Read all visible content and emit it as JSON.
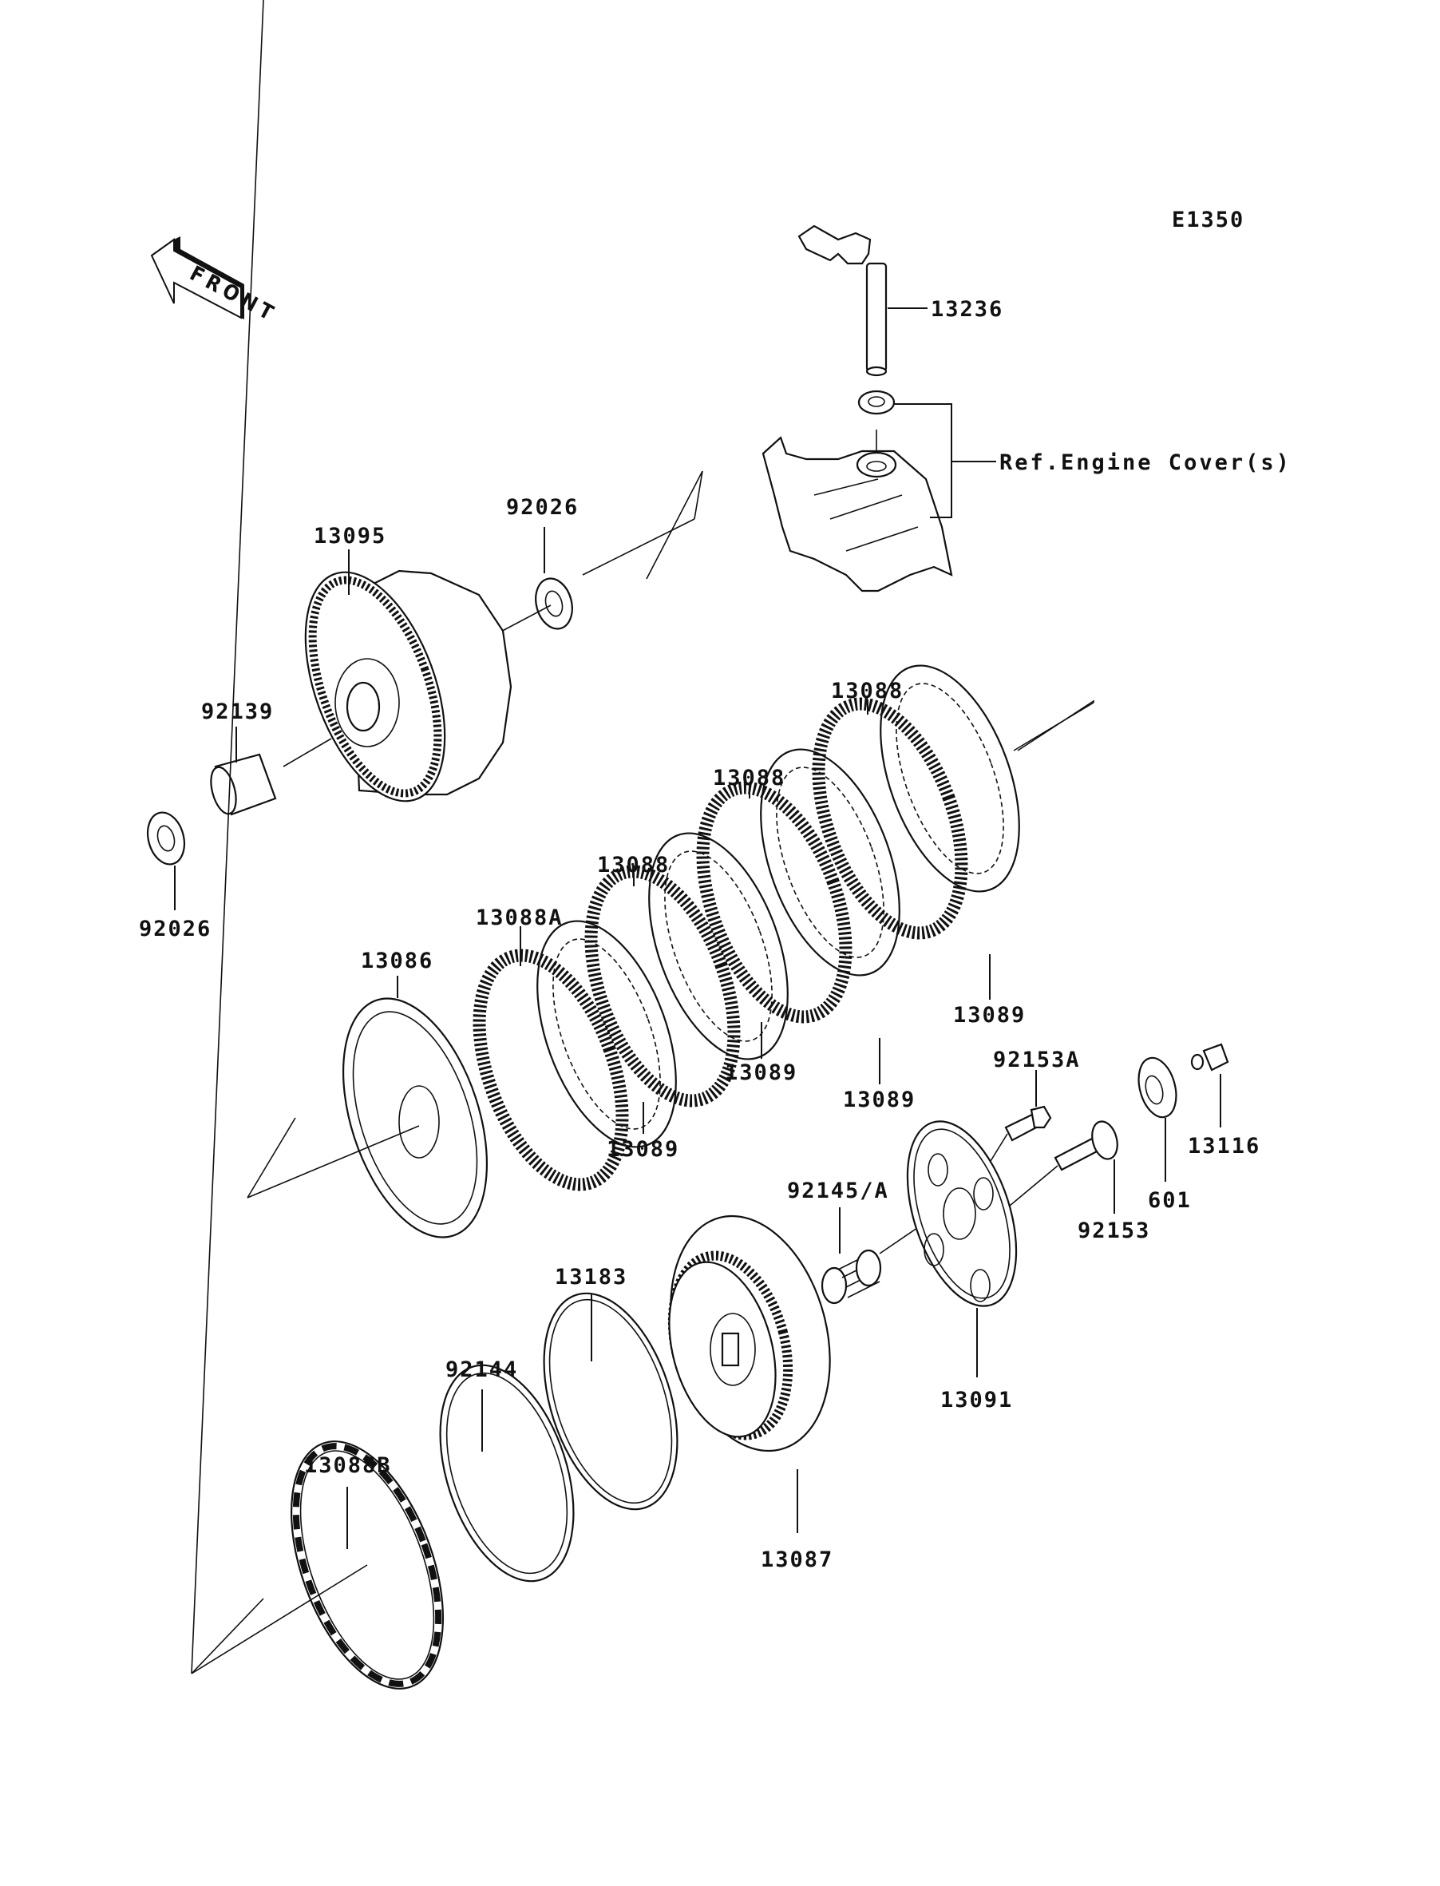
{
  "diagram": {
    "code": "E1350",
    "front_indicator": "FRONT",
    "reference_note": "Ref.Engine Cover(s)",
    "parts": [
      {
        "id": "p13236",
        "number": "13236",
        "name": "clutch release shaft"
      },
      {
        "id": "p13095",
        "number": "13095",
        "name": "clutch housing"
      },
      {
        "id": "p92026a",
        "number": "92026",
        "name": "washer (outer)"
      },
      {
        "id": "p92139",
        "number": "92139",
        "name": "collar"
      },
      {
        "id": "p92026b",
        "number": "92026",
        "name": "washer (inner)"
      },
      {
        "id": "p13088a",
        "number": "13088A",
        "name": "friction plate"
      },
      {
        "id": "p13088_1",
        "number": "13088",
        "name": "friction plate"
      },
      {
        "id": "p13088_2",
        "number": "13088",
        "name": "friction plate"
      },
      {
        "id": "p13088_3",
        "number": "13088",
        "name": "friction plate"
      },
      {
        "id": "p13089_1",
        "number": "13089",
        "name": "steel plate"
      },
      {
        "id": "p13089_2",
        "number": "13089",
        "name": "steel plate"
      },
      {
        "id": "p13089_3",
        "number": "13089",
        "name": "steel plate"
      },
      {
        "id": "p13089_4",
        "number": "13089",
        "name": "steel plate"
      },
      {
        "id": "p13086",
        "number": "13086",
        "name": "pressure plate"
      },
      {
        "id": "p92153a",
        "number": "92153A",
        "name": "bolt"
      },
      {
        "id": "p92153",
        "number": "92153",
        "name": "bolt"
      },
      {
        "id": "p601",
        "number": "601",
        "name": "ball bearing"
      },
      {
        "id": "p13116",
        "number": "13116",
        "name": "push rod"
      },
      {
        "id": "p92145",
        "number": "92145/A",
        "name": "spring"
      },
      {
        "id": "p13091",
        "number": "13091",
        "name": "spring plate"
      },
      {
        "id": "p13183",
        "number": "13183",
        "name": "judder spring seat"
      },
      {
        "id": "p92144",
        "number": "92144",
        "name": "judder spring"
      },
      {
        "id": "p13087",
        "number": "13087",
        "name": "clutch hub"
      },
      {
        "id": "p13088b",
        "number": "13088B",
        "name": "friction plate"
      }
    ]
  }
}
